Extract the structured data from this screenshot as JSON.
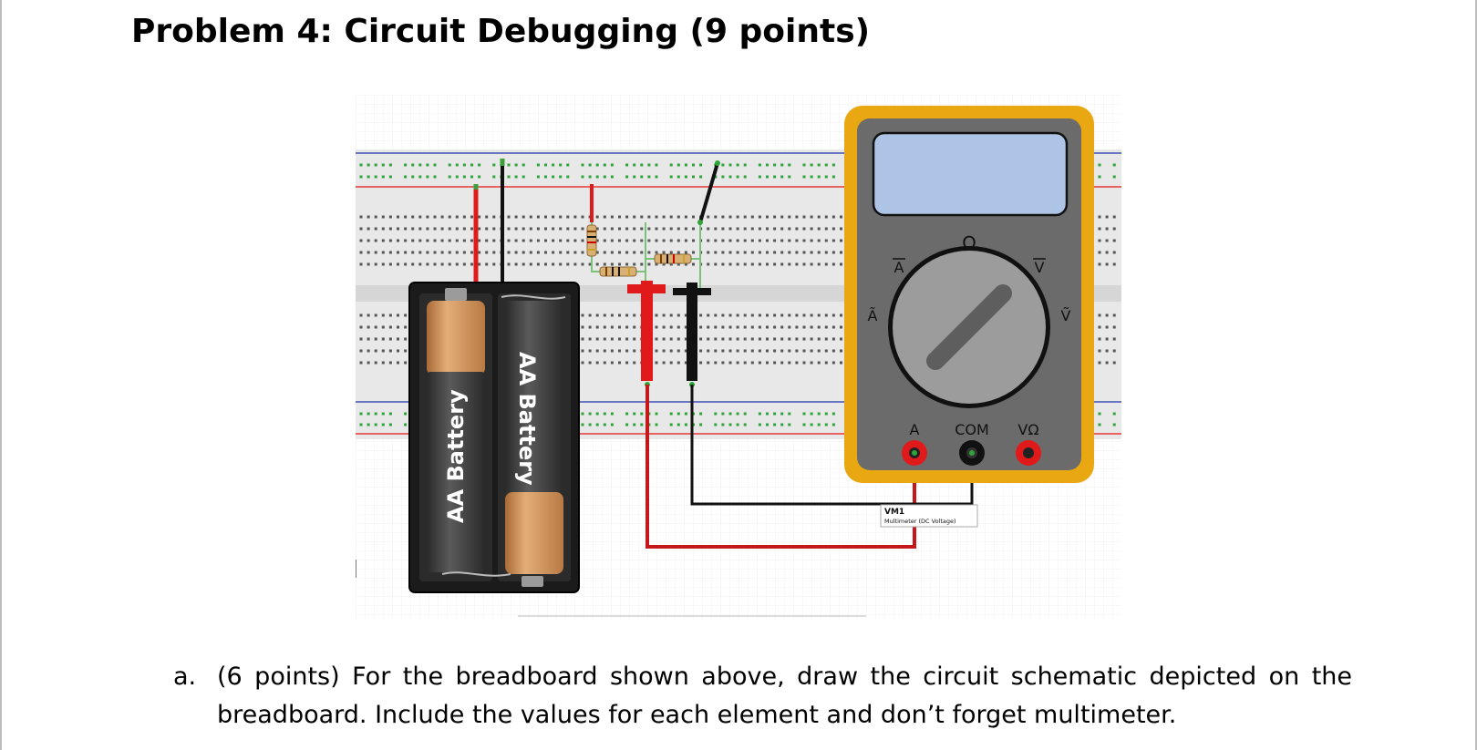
{
  "title": "Problem 4: Circuit Debugging (9 points)",
  "figure": {
    "battery_label": "AA Battery",
    "meter_id": "VM1",
    "meter_caption": "Multimeter (DC Voltage)",
    "meter_dial_ohm": "Ω",
    "meter_dial_dc_amps": "A",
    "meter_dial_ac_amps": "Ã",
    "meter_dial_dc_volts": "V",
    "meter_dial_ac_volts": "Ṽ",
    "meter_port_a": "A",
    "meter_port_com": "COM",
    "meter_port_vohm": "VΩ",
    "colors": {
      "meter_case": "#e9a712",
      "meter_body": "#6b6b6b",
      "screen": "#aec4e6",
      "wire_red": "#e01a1a",
      "wire_black": "#111111",
      "battery_holder": "#1c1c1c",
      "battery_copper": "#c98a52",
      "breadboard": "#eaeaea",
      "rail_red": "#e53935",
      "rail_blue": "#3f51b5",
      "node_green": "#2ea43a"
    }
  },
  "question": {
    "marker": "a.",
    "text": "(6 points) For the breadboard shown above, draw the circuit schematic depicted on the breadboard. Include the values for each element and don’t forget multimeter."
  }
}
